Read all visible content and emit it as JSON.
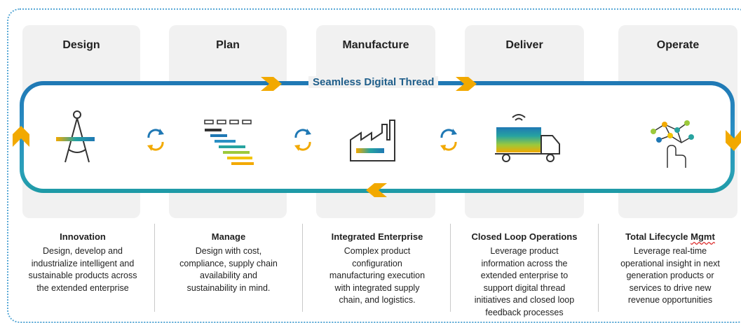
{
  "stages": [
    {
      "title": "Design"
    },
    {
      "title": "Plan"
    },
    {
      "title": "Manufacture"
    },
    {
      "title": "Deliver"
    },
    {
      "title": "Operate"
    }
  ],
  "thread": {
    "label": "Seamless Digital Thread"
  },
  "captions": [
    {
      "title": "Innovation",
      "lines": [
        "Design, develop and",
        "industrialize intelligent and",
        "sustainable products across",
        "the extended enterprise"
      ]
    },
    {
      "title": "Manage",
      "lines": [
        "Design with cost,",
        "compliance, supply chain",
        "availability and",
        "sustainability in mind."
      ]
    },
    {
      "title": "Integrated Enterprise",
      "lines": [
        "Complex product",
        "configuration",
        "manufacturing execution",
        "with integrated supply",
        "chain, and logistics."
      ]
    },
    {
      "title": "Closed Loop Operations",
      "lines": [
        "Leverage product",
        "information across the",
        "extended enterprise to",
        "support digital thread",
        "initiatives and closed loop",
        "feedback processes"
      ]
    },
    {
      "title_main": "Total Lifecycle ",
      "title_underlined": "Mgmt",
      "lines": [
        "Leverage real-time",
        "operational insight in next",
        "generation products or",
        "services to drive new",
        "revenue opportunities"
      ]
    }
  ],
  "icons": [
    "compass-icon",
    "gantt-plan-icon",
    "factory-icon",
    "delivery-truck-icon",
    "touch-network-icon",
    "sync-icon"
  ],
  "colors": {
    "thread_blue": "#1f78b4",
    "thread_teal": "#1e9aa6",
    "arrow_gold": "#f2a900",
    "panel_bg": "#f1f1f1"
  }
}
